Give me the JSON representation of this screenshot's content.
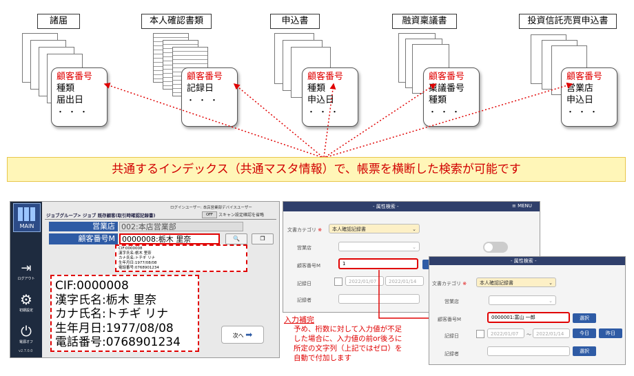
{
  "doc_labels": [
    "諸届",
    "本人確認書類",
    "申込書",
    "融資稟議書",
    "投資信託売買申込書"
  ],
  "cards": [
    {
      "lines": [
        "顧客番号",
        "種類",
        "届出日",
        "・・・"
      ]
    },
    {
      "lines": [
        "顧客番号",
        "記録日",
        "・・・"
      ]
    },
    {
      "lines": [
        "顧客番号",
        "種類",
        "申込日",
        "・・・"
      ]
    },
    {
      "lines": [
        "顧客番号",
        "稟議番号",
        "種類",
        "・・・"
      ]
    },
    {
      "lines": [
        "顧客番号",
        "営業店",
        "申込日",
        "・・・"
      ]
    }
  ],
  "banner": "共通するインデックス（共通マスタ情報）で、帳票を横断した検索が可能です",
  "app": {
    "main_label": "MAIN",
    "logout_label": "ログアウト",
    "settings_label": "初期設定",
    "power_label": "電源オフ",
    "version": "v2.7.0.0",
    "login_user": "ログインユーザー: 本店営業部デバイスユーザー",
    "breadcrumb": "ジョブグループ> ジョブ 既存顧客(取引時確認記録書)",
    "toggle_off": "OFF",
    "scan_setting": "スキャン設定確認を省略",
    "branch_label": "営業店",
    "branch_value": "002:本店営業部",
    "cust_label": "顧客番号M",
    "cust_value": "0000008:栃木 里奈",
    "mini_lines": [
      "CIF:0000008",
      "漢字氏名:栃木 里奈",
      "カナ氏名:トチギ リナ",
      "生年月日:1977/08/08",
      "電話番号:0768901234"
    ],
    "big_lines": [
      "CIF:0000008",
      "漢字氏名:栃木 里奈",
      "カナ氏名:トチギ リナ",
      "生年月日:1977/08/08",
      "電話番号:0768901234"
    ],
    "next_label": "次へ",
    "search_icon": "magnifier",
    "copy_icon": "copy"
  },
  "panel1": {
    "title": "- 属性検索 -",
    "menu": "≡ MENU",
    "doc_category_label": "文書カテゴリ",
    "doc_category_value": "本人確認記録書",
    "branch_label": "営業店",
    "cust_label": "顧客番号M",
    "cust_value": "1",
    "record_date_label": "記録日",
    "date_from": "2022/01/07",
    "date_to": "2022/01/14",
    "recorder_label": "記録者"
  },
  "panel2": {
    "title": "- 属性検索 -",
    "doc_category_label": "文書カテゴリ",
    "doc_category_value": "本人確認記録書",
    "branch_label": "営業店",
    "cust_label": "顧客番号M",
    "cust_value": "0000001:富山 一郎",
    "select_label": "選択",
    "record_date_label": "記録日",
    "date_from": "2022/01/07",
    "date_to": "2022/01/14",
    "tilde": "〜",
    "today": "今日",
    "yesterday": "昨日",
    "recorder_label": "記録者"
  },
  "note": {
    "title": "入力補完",
    "lines": [
      "予め、桁数に対して入力値が不足",
      "した場合に、入力値の前or後ろに",
      "所定の文字列（上記ではゼロ）を",
      "自動で付加します"
    ]
  }
}
